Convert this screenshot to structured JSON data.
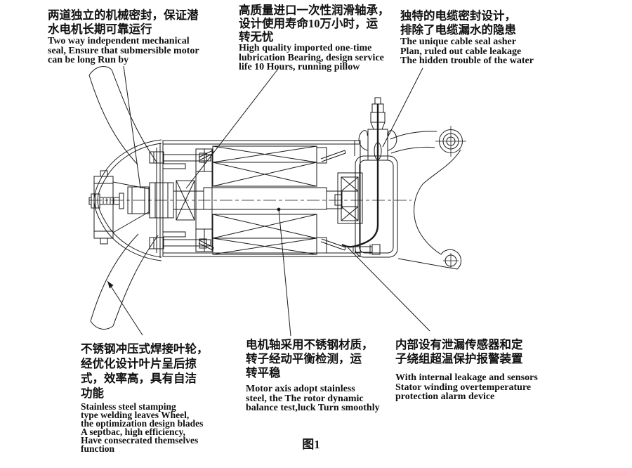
{
  "figure": {
    "caption": "图1"
  },
  "colors": {
    "ink": "#1a1a1a",
    "background": "#ffffff"
  },
  "callouts": {
    "top_left": {
      "cn": [
        "两道独立的机械密封，保证潜",
        "水电机长期可靠运行"
      ],
      "en": [
        "Two way independent mechanical",
        "seal, Ensure that submersible motor",
        "can be long Run by"
      ]
    },
    "top_middle": {
      "cn": [
        "高质量进口一次性润滑轴承，",
        "设计使用寿命10万小时，运",
        "转无忧"
      ],
      "en": [
        "High quality imported one-time",
        "lubrication Bearing, design service",
        "life 10 Hours, running pillow"
      ]
    },
    "top_right": {
      "cn": [
        "独特的电缆密封设计，",
        "排除了电缆漏水的隐患"
      ],
      "en": [
        "The unique cable seal asher",
        "Plan, ruled out cable leakage",
        "The hidden trouble of the water"
      ]
    },
    "bottom_left": {
      "cn": [
        "不锈钢冲压式焊接叶轮，",
        "经优化设计叶片呈后掠",
        "式，效率高，具有自洁",
        "功能"
      ],
      "en": [
        "Stainless steel stamping",
        "type welding leaves Wheel,",
        "the optimization design blades",
        "A septbac, high efficiency,",
        "Have consecrated themselves",
        "function"
      ]
    },
    "bottom_middle": {
      "cn": [
        "电机轴采用不锈钢材质，",
        "转子经动平衡检测，运",
        "转平稳"
      ],
      "en": [
        "Motor axis adopt stainless",
        "steel, the The rotor dynamic",
        "balance test,luck Turn smoothly"
      ]
    },
    "bottom_right": {
      "cn": [
        "内部设有泄漏传感器和定",
        "子绕组超温保护报警装置"
      ],
      "en": [
        "With internal leakage and sensors",
        "Stator winding overtemperature",
        "protection alarm device"
      ]
    }
  }
}
